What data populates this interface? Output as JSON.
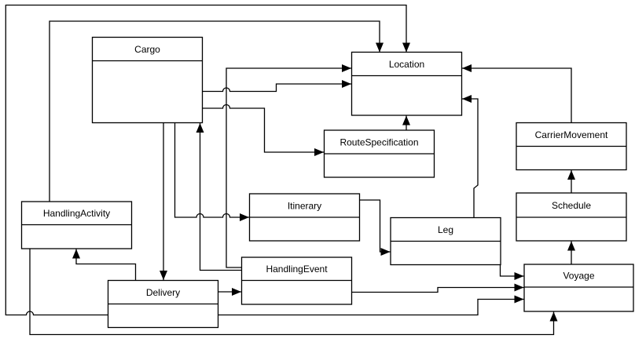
{
  "diagram_type": "uml-class-diagram",
  "colors": {
    "background": "#ffffff",
    "box_fill": "#ffffff",
    "stroke": "#000000",
    "text": "#000000"
  },
  "classes": {
    "cargo": {
      "label": "Cargo"
    },
    "location": {
      "label": "Location"
    },
    "route_specification": {
      "label": "RouteSpecification"
    },
    "carrier_movement": {
      "label": "CarrierMovement"
    },
    "handling_activity": {
      "label": "HandlingActivity"
    },
    "itinerary": {
      "label": "Itinerary"
    },
    "leg": {
      "label": "Leg"
    },
    "schedule": {
      "label": "Schedule"
    },
    "handling_event": {
      "label": "HandlingEvent"
    },
    "delivery": {
      "label": "Delivery"
    },
    "voyage": {
      "label": "Voyage"
    }
  },
  "relations": [
    {
      "from": "HandlingActivity",
      "to": "Location"
    },
    {
      "from": "Delivery",
      "to": "Location"
    },
    {
      "from": "Cargo",
      "to": "Location"
    },
    {
      "from": "HandlingEvent",
      "to": "Location"
    },
    {
      "from": "CarrierMovement",
      "to": "Location"
    },
    {
      "from": "Leg",
      "to": "Location"
    },
    {
      "from": "RouteSpecification",
      "to": "Location"
    },
    {
      "from": "Cargo",
      "to": "RouteSpecification"
    },
    {
      "from": "Cargo",
      "to": "Itinerary"
    },
    {
      "from": "Cargo",
      "to": "Delivery"
    },
    {
      "from": "HandlingEvent",
      "to": "Cargo"
    },
    {
      "from": "Delivery",
      "to": "HandlingActivity"
    },
    {
      "from": "Delivery",
      "to": "HandlingEvent"
    },
    {
      "from": "Itinerary",
      "to": "Leg"
    },
    {
      "from": "Leg",
      "to": "Voyage"
    },
    {
      "from": "HandlingEvent",
      "to": "Voyage"
    },
    {
      "from": "Delivery",
      "to": "Voyage"
    },
    {
      "from": "HandlingActivity",
      "to": "Voyage"
    },
    {
      "from": "Voyage",
      "to": "Schedule"
    },
    {
      "from": "Schedule",
      "to": "CarrierMovement"
    }
  ]
}
